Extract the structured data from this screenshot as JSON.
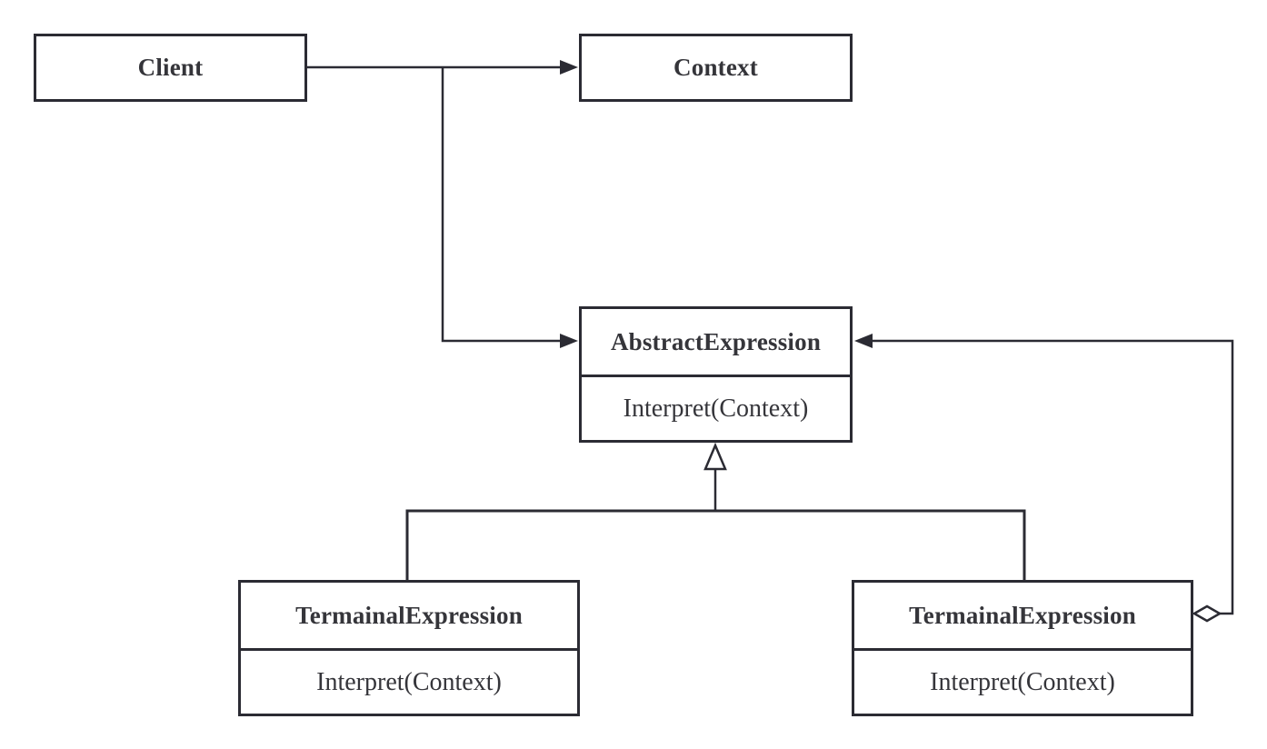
{
  "diagram": {
    "kind": "uml-class-diagram",
    "background_color": "#ffffff",
    "stroke_color": "#2b2b33",
    "text_color": "#35353a",
    "nodes": {
      "client": {
        "name": "Client"
      },
      "context": {
        "name": "Context"
      },
      "abstract_expression": {
        "name": "AbstractExpression",
        "method": "Interpret(Context)"
      },
      "terminal_expression_left": {
        "name": "TermainalExpression",
        "method": "Interpret(Context)"
      },
      "terminal_expression_right": {
        "name": "TermainalExpression",
        "method": "Interpret(Context)"
      }
    },
    "relationships": [
      {
        "from": "Client",
        "to": "Context",
        "type": "directed-association"
      },
      {
        "from": "Client",
        "to": "AbstractExpression",
        "type": "directed-association"
      },
      {
        "from": "TermainalExpression (left)",
        "to": "AbstractExpression",
        "type": "generalization"
      },
      {
        "from": "TermainalExpression (right)",
        "to": "AbstractExpression",
        "type": "generalization"
      },
      {
        "from": "TermainalExpression (right)",
        "to": "AbstractExpression",
        "type": "aggregation"
      }
    ]
  }
}
